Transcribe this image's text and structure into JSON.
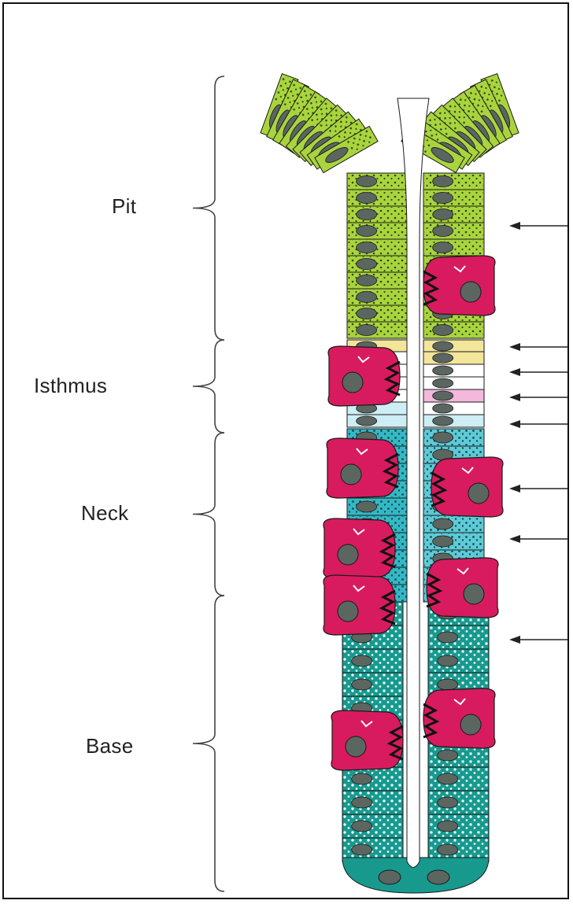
{
  "regions": [
    {
      "key": "pit",
      "label": "Pit"
    },
    {
      "key": "isthmus",
      "label": "Isthmus"
    },
    {
      "key": "neck",
      "label": "Neck"
    },
    {
      "key": "base",
      "label": "Base"
    }
  ],
  "colors": {
    "pit_cells": "#a9d43e",
    "pit_cells_dark": "#7fb02a",
    "isthmus_yellow": "#f3e59a",
    "isthmus_white": "#ffffff",
    "isthmus_pink": "#f3b8dc",
    "isthmus_lightblue": "#cdeef5",
    "neck_cells": "#35b8c4",
    "neck_cells_light": "#5fcad6",
    "base_cells": "#17998e",
    "parietal_cell": "#d81b5e",
    "nucleus": "#5b6660",
    "outline": "#1a1a1a"
  },
  "pointer_arrow_count": 8,
  "parietal_cell_count": 9
}
